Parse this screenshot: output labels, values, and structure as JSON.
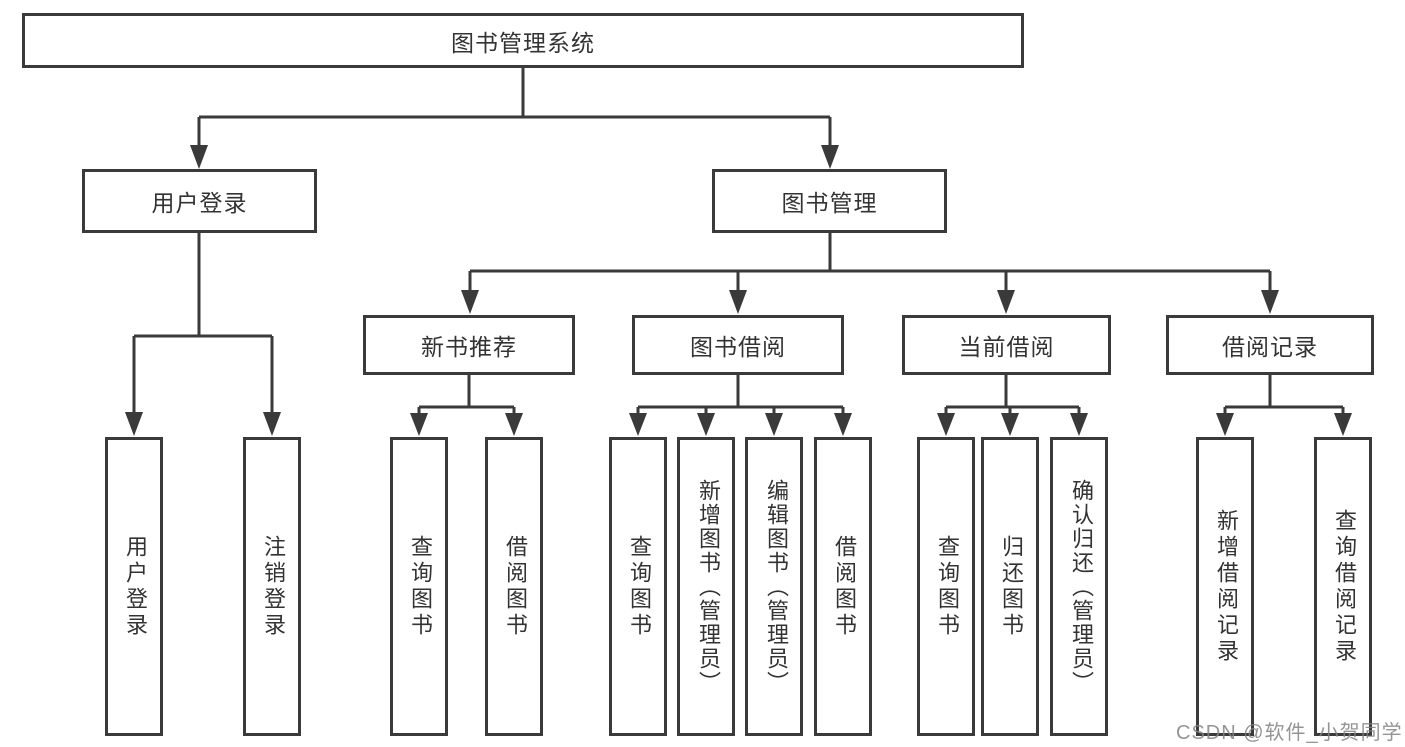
{
  "colors": {
    "line": "#3a3a3a",
    "text": "#333333",
    "box_background": "#ffffff",
    "watermark": "#828282"
  },
  "root": {
    "label": "图书管理系统"
  },
  "branches": [
    {
      "label": "用户登录",
      "leaves": [
        "用户登录",
        "注销登录"
      ]
    },
    {
      "label": "图书管理",
      "children": [
        {
          "label": "新书推荐",
          "leaves": [
            "查询图书",
            "借阅图书"
          ]
        },
        {
          "label": "图书借阅",
          "leaves": [
            "查询图书",
            "新增图书（管理员）",
            "编辑图书（管理员）",
            "借阅图书"
          ]
        },
        {
          "label": "当前借阅",
          "leaves": [
            "查询图书",
            "归还图书",
            "确认归还（管理员）"
          ]
        },
        {
          "label": "借阅记录",
          "leaves": [
            "新增借阅记录",
            "查询借阅记录"
          ]
        }
      ]
    }
  ],
  "watermark": "CSDN @软件_小贺同学"
}
